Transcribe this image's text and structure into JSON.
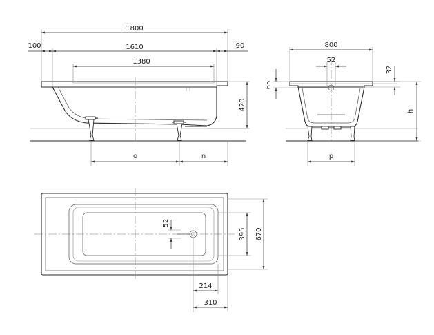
{
  "diagram": {
    "side_view": {
      "overall_length": "1800",
      "left_offset": "100",
      "rim_length": "1610",
      "right_offset": "90",
      "bottom_length": "1380",
      "height_label": "420",
      "foot_spacing_label": "o",
      "foot_end_label": "n"
    },
    "end_view": {
      "width": "800",
      "overflow_spacing": "52",
      "rim_drop": "32",
      "overflow_depth": "65",
      "total_height_label": "h",
      "foot_spacing_label": "p"
    },
    "plan_view": {
      "overflow_offset": "52",
      "inner_width": "395",
      "outer_width": "670",
      "drain_offset": "214",
      "outlet_offset": "310"
    }
  }
}
